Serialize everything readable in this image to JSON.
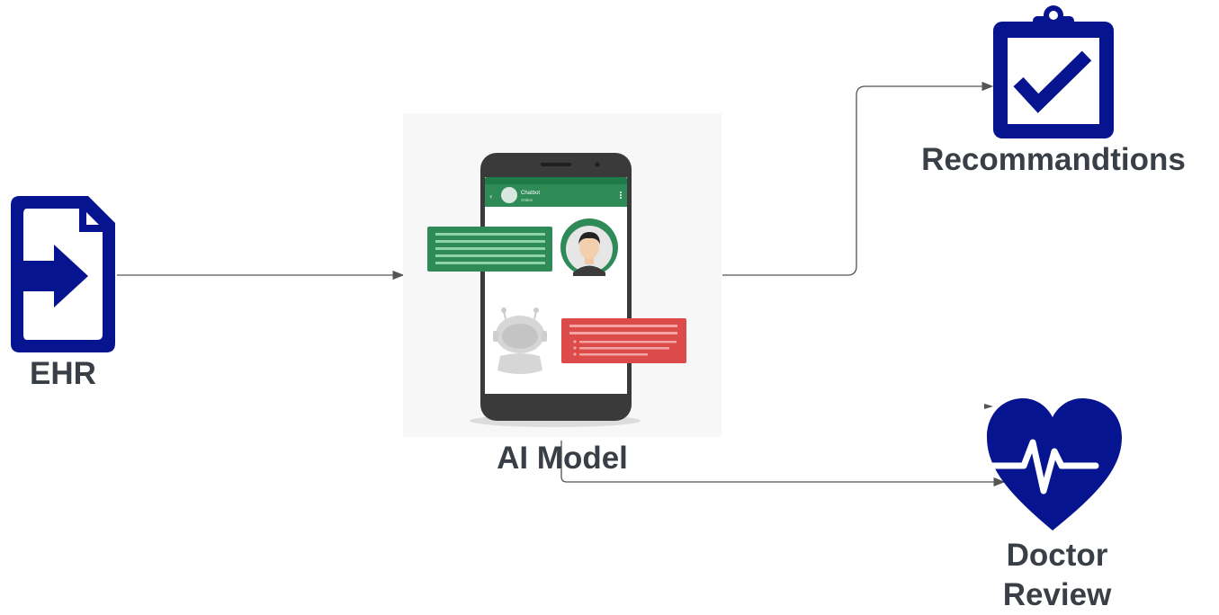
{
  "nodes": {
    "ehr": {
      "label": "EHR",
      "icon": "document-arrow-icon"
    },
    "ai_model": {
      "label": "AI Model",
      "icon": "phone-chatbot-icon",
      "phone": {
        "contact_name": "Chatbot",
        "contact_status": "Online"
      }
    },
    "recommendations": {
      "label": "Recommandtions",
      "icon": "clipboard-check-icon"
    },
    "doctor_review": {
      "label_line1": "Doctor",
      "label_line2": "Review",
      "icon": "heart-pulse-icon"
    }
  },
  "edges": [
    {
      "from": "EHR",
      "to": "AI Model"
    },
    {
      "from": "AI Model",
      "to": "Recommandtions"
    },
    {
      "from": "AI Model",
      "to": "Doctor Review"
    }
  ],
  "colors": {
    "icon_blue": "#06148f",
    "label_text": "#3a3f47",
    "connector": "#555555",
    "chat_green": "#2e8b57",
    "chat_red": "#dc4a4a",
    "phone_body": "#3a3a3a"
  }
}
